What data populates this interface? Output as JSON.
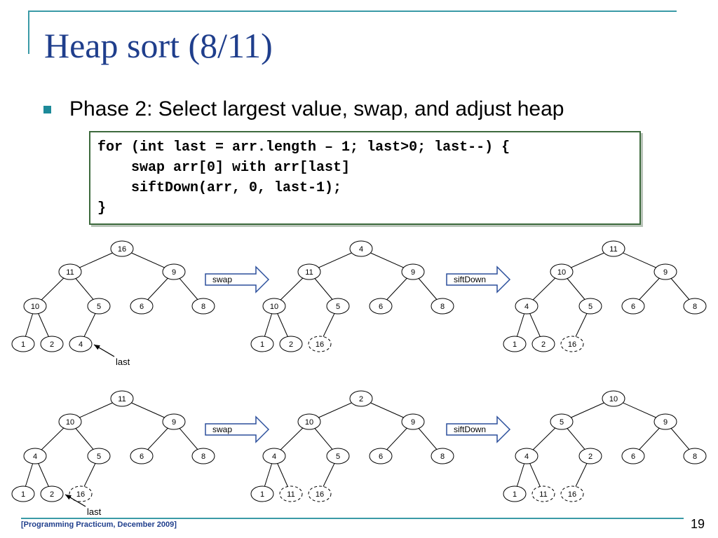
{
  "title": "Heap sort (8/11)",
  "bullet": "Phase 2: Select largest value, swap, and adjust heap",
  "code": [
    "for (int last = arr.length – 1; last>0; last--) {",
    "    swap arr[0] with arr[last]",
    "    siftDown(arr, 0, last-1);",
    "}"
  ],
  "rows": [
    {
      "trees": [
        {
          "nodes": [
            "16",
            "11",
            "9",
            "10",
            "5",
            "6",
            "8",
            "1",
            "2",
            "4"
          ],
          "removed": []
        },
        {
          "nodes": [
            "4",
            "11",
            "9",
            "10",
            "5",
            "6",
            "8",
            "1",
            "2",
            "16"
          ],
          "removed": [
            9
          ]
        },
        {
          "nodes": [
            "11",
            "10",
            "9",
            "4",
            "5",
            "6",
            "8",
            "1",
            "2",
            "16"
          ],
          "removed": [
            9
          ]
        }
      ],
      "arrows": [
        "swap",
        "siftDown"
      ],
      "last_label": "last"
    },
    {
      "trees": [
        {
          "nodes": [
            "11",
            "10",
            "9",
            "4",
            "5",
            "6",
            "8",
            "1",
            "2",
            "16"
          ],
          "removed": [
            9
          ]
        },
        {
          "nodes": [
            "2",
            "10",
            "9",
            "4",
            "5",
            "6",
            "8",
            "1",
            "11",
            "16"
          ],
          "removed": [
            8,
            9
          ]
        },
        {
          "nodes": [
            "10",
            "5",
            "9",
            "4",
            "2",
            "6",
            "8",
            "1",
            "11",
            "16"
          ],
          "removed": [
            8,
            9
          ]
        }
      ],
      "arrows": [
        "swap",
        "siftDown"
      ],
      "last_label": "last"
    }
  ],
  "footer": "[Programming Practicum, December 2009]",
  "page_number": "19",
  "colors": {
    "accent": "#3a9aa6",
    "title": "#1f3e8c",
    "bullet": "#1d8a99",
    "arrow_stroke": "#2b4f9c",
    "code_border": "#3d6a3d"
  }
}
